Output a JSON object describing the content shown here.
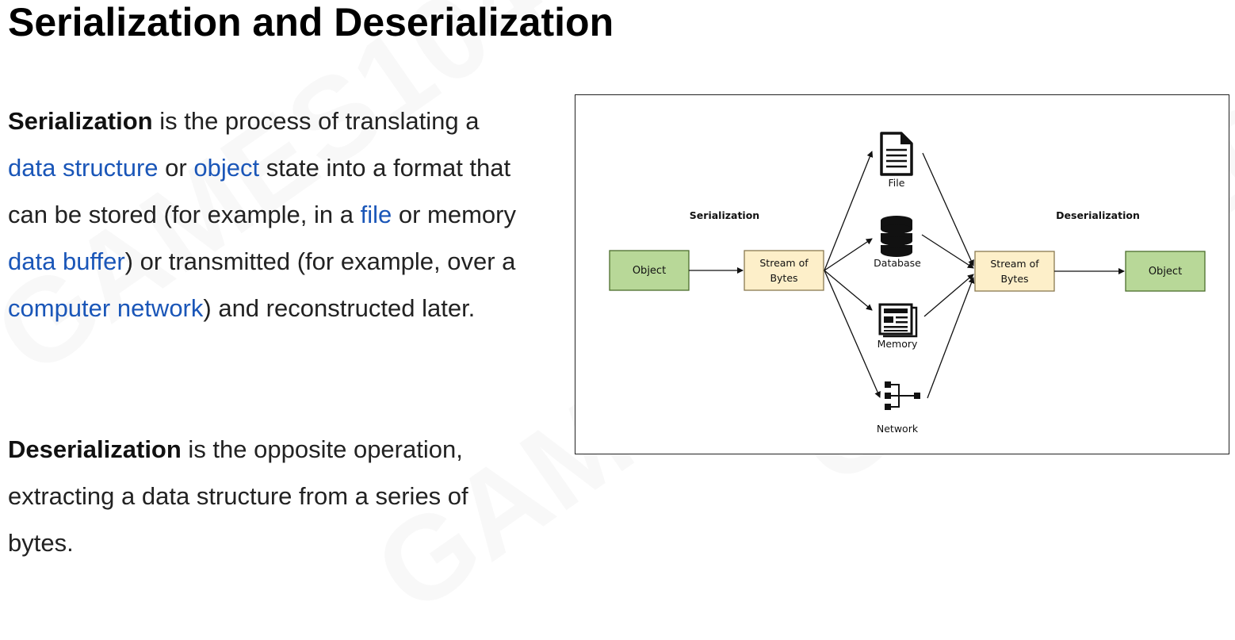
{
  "title": "Serialization and Deserialization",
  "paragraph1": {
    "term": "Serialization",
    "t1": " is the process of translating a ",
    "link_data_structure": "data structure",
    "t2": " or ",
    "link_object": "object",
    "t3": " state into a format that can be stored (for example, in a ",
    "link_file": "file",
    "t4": " or memory ",
    "link_data_buffer": "data buffer",
    "t5": ") or transmitted (for example, over a ",
    "link_computer_network": "computer network",
    "t6": ") and reconstructed later."
  },
  "paragraph2": {
    "term": "Deserialization",
    "t1": " is the opposite operation, extracting a data structure from a series of bytes."
  },
  "diagram": {
    "serialization_label": "Serialization",
    "deserialization_label": "Deserialization",
    "left_object": "Object",
    "left_stream_line1": "Stream of",
    "left_stream_line2": "Bytes",
    "right_stream_line1": "Stream of",
    "right_stream_line2": "Bytes",
    "right_object": "Object",
    "file_label": "File",
    "database_label": "Database",
    "memory_label": "Memory",
    "network_label": "Network",
    "icons": [
      "file-icon",
      "database-icon",
      "memory-icon",
      "network-icon"
    ],
    "colors": {
      "object_fill": "#b8d898",
      "object_stroke": "#4c6e2c",
      "stream_fill": "#fdefc9",
      "stream_stroke": "#8a7a50"
    }
  },
  "link_color": "#1a56b8"
}
